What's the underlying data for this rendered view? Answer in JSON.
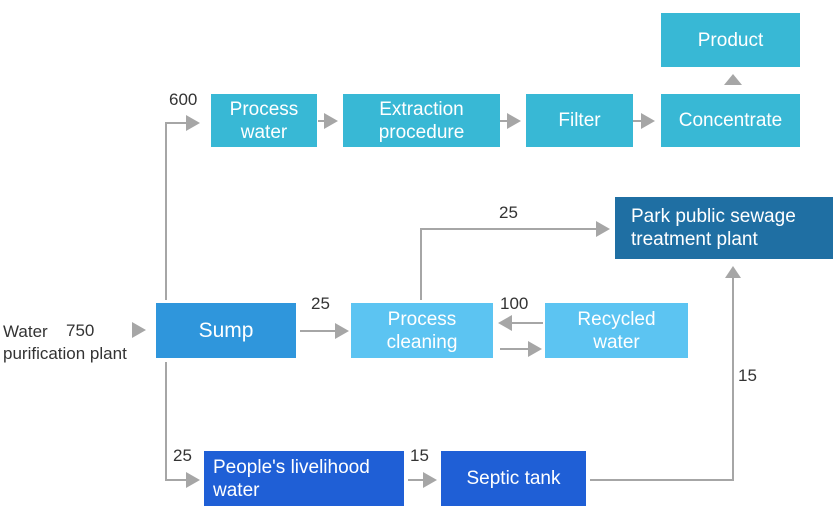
{
  "nodes": {
    "source_line1": "Water",
    "source_line2": "purification plant",
    "sump": "Sump",
    "process_water": "Process\nwater",
    "extraction": "Extraction\nprocedure",
    "filter": "Filter",
    "concentrate": "Concentrate",
    "product": "Product",
    "process_cleaning": "Process\ncleaning",
    "recycled_water": "Recycled\nwater",
    "park_sewage": "Park public sewage\ntreatment plant",
    "livelihood": "People's livelihood\nwater",
    "septic": "Septic tank"
  },
  "flows": {
    "source_to_sump": "750",
    "to_process_water": "600",
    "to_process_cleaning": "25",
    "recycled": "100",
    "cleaning_to_park": "25",
    "to_livelihood": "25",
    "to_septic": "15",
    "septic_to_park": "15"
  },
  "colors": {
    "teal": "#38b8d5",
    "sky": "#5cc4f2",
    "sump": "#2f96dc",
    "royal": "#1f5fd6",
    "navy": "#1f6fa3",
    "connector": "#a6a6a6"
  }
}
